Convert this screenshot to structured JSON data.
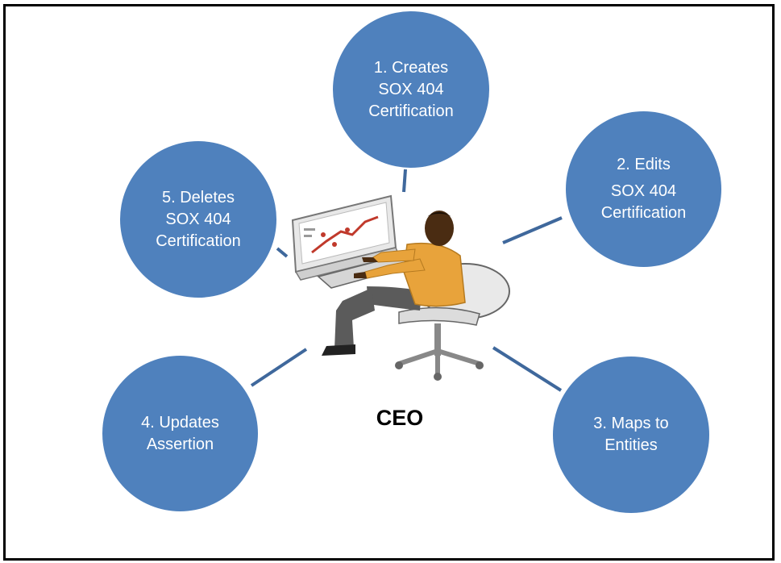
{
  "diagram": {
    "center_label": "CEO",
    "steps": [
      {
        "id": "creates",
        "lines": [
          "1. Creates",
          "SOX 404",
          "Certification"
        ]
      },
      {
        "id": "edits",
        "lines": [
          "2. Edits",
          "SOX 404",
          "Certification"
        ]
      },
      {
        "id": "maps",
        "lines": [
          "3. Maps to",
          "Entities"
        ]
      },
      {
        "id": "updates",
        "lines": [
          "4. Updates",
          "Assertion"
        ]
      },
      {
        "id": "deletes",
        "lines": [
          "5. Deletes",
          "SOX 404",
          "Certification"
        ]
      }
    ],
    "colors": {
      "bubble": "#4f81bd",
      "connector": "#3f689c",
      "text": "#ffffff"
    },
    "illustration_icon": "person-at-computer-icon"
  }
}
